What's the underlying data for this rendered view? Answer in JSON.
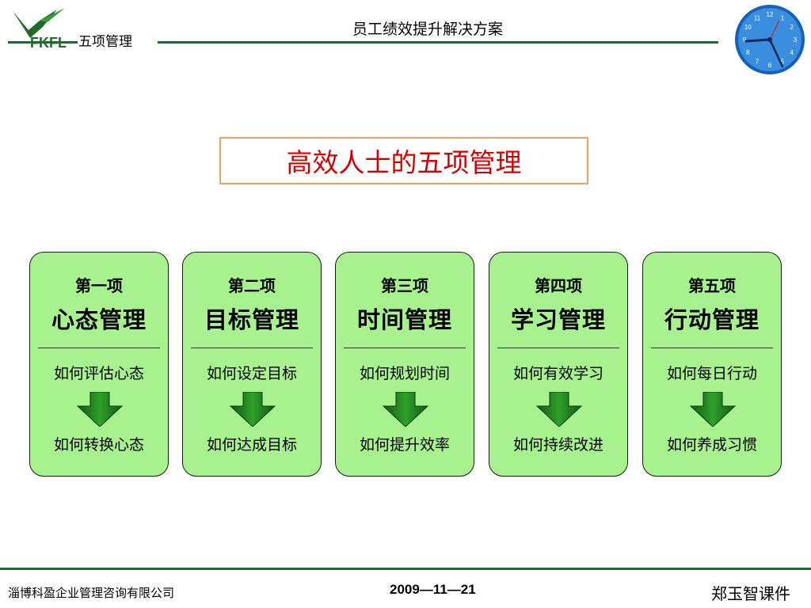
{
  "header": {
    "logo_text": "FKFL",
    "logo_subtitle": "五项管理",
    "title": "员工绩效提升解决方案",
    "brand_color": "#1f6b2a"
  },
  "clock": {
    "numbers": [
      "12",
      "1",
      "2",
      "3",
      "4",
      "5",
      "6",
      "7",
      "8",
      "9",
      "10",
      "11"
    ],
    "color": "#1e73c8"
  },
  "main_title": "高效人士的五项管理",
  "cards": [
    {
      "num": "第一项",
      "name": "心态管理",
      "line1": "如何评估心态",
      "line2": "如何转换心态"
    },
    {
      "num": "第二项",
      "name": "目标管理",
      "line1": "如何设定目标",
      "line2": "如何达成目标"
    },
    {
      "num": "第三项",
      "name": "时间管理",
      "line1": "如何规划时间",
      "line2": "如何提升效率"
    },
    {
      "num": "第四项",
      "name": "学习管理",
      "line1": "如何有效学习",
      "line2": "如何持续改进"
    },
    {
      "num": "第五项",
      "name": "行动管理",
      "line1": "如何每日行动",
      "line2": "如何养成习惯"
    }
  ],
  "card_color": "#a7f28f",
  "arrow_color": "#1f8a20",
  "footer": {
    "company": "淄博科盈企业管理咨询有限公司",
    "date": "2009—11—21",
    "author": "郑玉智课件"
  }
}
